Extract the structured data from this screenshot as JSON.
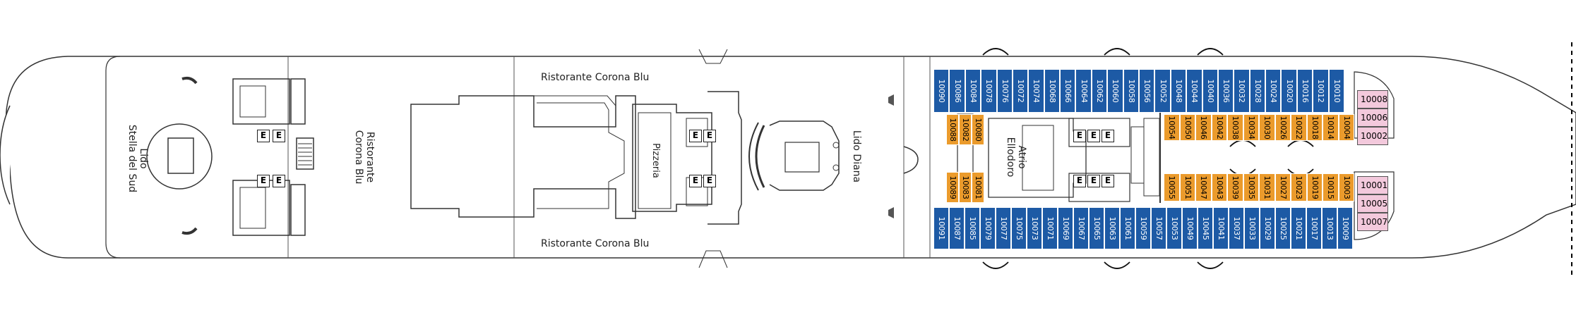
{
  "deck": {
    "labels": {
      "lido_stella": "Lido\nStella del Sud",
      "ristorante_side": "Ristorante\nCorona Blu",
      "ristorante_top": "Ristorante Corona Blu",
      "ristorante_bottom": "Ristorante Corona Blu",
      "pizzeria": "Pizzeria",
      "lido_diana": "Lido Diana",
      "atrio": "Atrio\nEllodoro"
    },
    "elevator_label": "E",
    "colors": {
      "inside_cabin": "#1d5aa5",
      "balcony_cabin": "#eb9b2c",
      "suite_cabin": "#f3c9dc"
    },
    "cabins_top_blue": [
      "10090",
      "10086",
      "10084",
      "10078",
      "10076",
      "10072",
      "10074",
      "10068",
      "10066",
      "10064",
      "10062",
      "10060",
      "10058",
      "10056",
      "10052",
      "10048",
      "10044",
      "10040",
      "10036",
      "10032",
      "10028",
      "10024",
      "10020",
      "10016",
      "10012",
      "10010"
    ],
    "cabins_bottom_blue": [
      "10091",
      "10087",
      "10085",
      "10079",
      "10077",
      "10075",
      "10073",
      "10071",
      "10069",
      "10067",
      "10065",
      "10063",
      "10061",
      "10059",
      "10057",
      "10053",
      "10049",
      "10045",
      "10041",
      "10037",
      "10033",
      "10029",
      "10025",
      "10021",
      "10017",
      "10013",
      "10009"
    ],
    "cabins_aft_orange_top": [
      "10088",
      "10082",
      "10080"
    ],
    "cabins_aft_orange_bottom": [
      "10089",
      "10083",
      "10081"
    ],
    "cabins_fwd_orange_top": [
      "10054",
      "10050",
      "10046",
      "10042",
      "10038",
      "10034",
      "10030",
      "10026",
      "10022",
      "10018",
      "10014",
      "10004"
    ],
    "cabins_fwd_orange_bottom": [
      "10055",
      "10051",
      "10047",
      "10043",
      "10039",
      "10035",
      "10031",
      "10027",
      "10023",
      "10019",
      "10015",
      "10003"
    ],
    "cabins_suite_top": [
      "10008",
      "10006",
      "10002"
    ],
    "cabins_suite_bottom": [
      "10001",
      "10005",
      "10007"
    ]
  }
}
